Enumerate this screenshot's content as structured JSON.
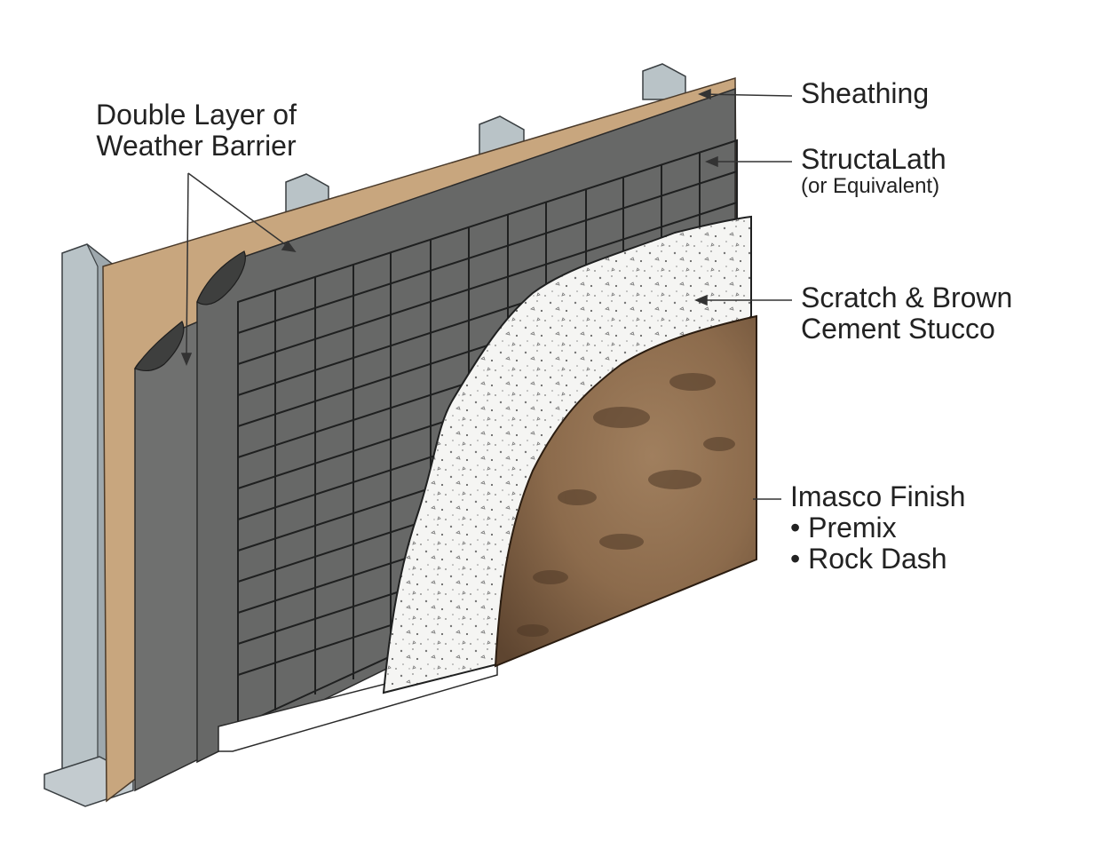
{
  "labels": {
    "barrier_line1": "Double Layer of",
    "barrier_line2": "Weather Barrier",
    "sheathing": "Sheathing",
    "lath": "StructaLath",
    "lath_sub": "(or Equivalent)",
    "stucco_line1": "Scratch & Brown",
    "stucco_line2": "Cement Stucco",
    "finish": "Imasco Finish",
    "finish_item1": "• Premix",
    "finish_item2": "• Rock Dash"
  },
  "colors": {
    "stud": "#b9c3c7",
    "sheathing": "#c8a67e",
    "barrier": "#6b6c6b",
    "lath": "#1f2020",
    "stucco": "#f4f4f2",
    "finish": "#8c6b4c",
    "leader": "#333333"
  }
}
